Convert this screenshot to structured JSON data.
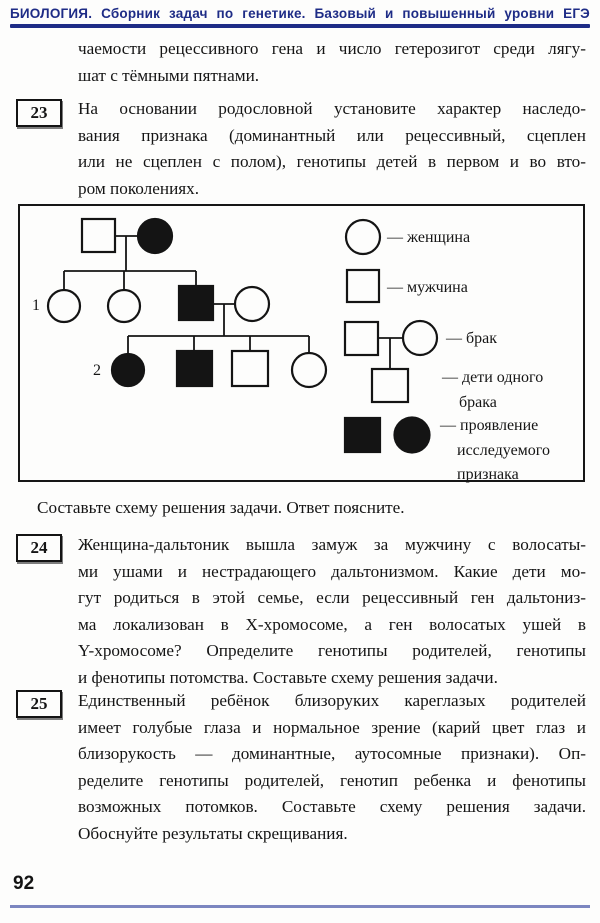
{
  "header": {
    "title": "БИОЛОГИЯ. Сборник задач по генетике. Базовый и повышенный уровни ЕГЭ"
  },
  "intro": {
    "lines": [
      "чаемости рецессивного гена и число гетерозигот среди лягу-",
      "шат с тёмными пятнами."
    ]
  },
  "problems": [
    {
      "number": "23",
      "lines": [
        "На основании родословной установите характер наследо-",
        "вания признака (доминантный или рецессивный, сцеплен",
        "или не сцеплен с полом), генотипы детей в первом и во вто-",
        "ром поколениях."
      ]
    },
    {
      "number": "24",
      "lines": [
        "Женщина-дальтоник вышла замуж за мужчину с волосаты-",
        "ми ушами и нестрадающего дальтонизмом. Какие дети мо-",
        "гут родиться в этой семье, если рецессивный ген дальтониз-",
        "ма локализован в X-хромосоме, а ген волосатых ушей в",
        "Y-хромосоме? Определите генотипы родителей, генотипы",
        "и фенотипы потомства. Составьте схему решения задачи."
      ]
    },
    {
      "number": "25",
      "lines": [
        "Единственный ребёнок близоруких кареглазых родителей",
        "имеет голубые глаза и нормальное зрение (карий цвет глаз и",
        "близорукость — доминантные, аутосомные признаки). Оп-",
        "ределите генотипы родителей, генотип ребенка и фенотипы",
        "возможных потомков. Составьте схему решения задачи.",
        "Обоснуйте результаты скрещивания."
      ]
    }
  ],
  "figure": {
    "generation_labels": {
      "first": "1",
      "second": "2"
    },
    "legend": [
      {
        "symbol": "circle-open",
        "lines": [
          "— женщина"
        ]
      },
      {
        "symbol": "square-open",
        "lines": [
          "— мужчина"
        ]
      },
      {
        "symbol": "marriage-pair",
        "lines": [
          "— брак"
        ]
      },
      {
        "symbol": "child-of-marriage",
        "lines": [
          "— дети одного",
          "брака"
        ]
      },
      {
        "symbol": "affected-filled",
        "lines": [
          "— проявление",
          "исследуемого",
          "признака"
        ]
      }
    ]
  },
  "note": {
    "text": "Составьте схему решения задачи. Ответ поясните."
  },
  "footer": {
    "page_number": "92"
  },
  "colors": {
    "accent_blue": "#1e2c86",
    "text_black": "#151515",
    "footer_rule_blue": "#5b68b0"
  }
}
